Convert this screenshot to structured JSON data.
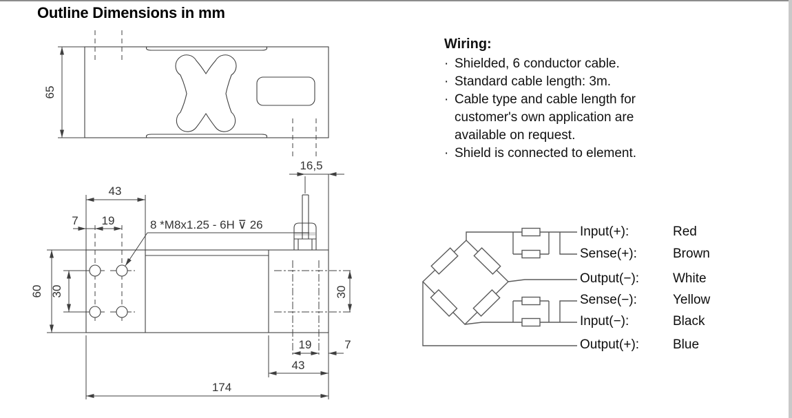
{
  "header": {
    "title": "Outline Dimensions in mm"
  },
  "wiring": {
    "heading": "Wiring:",
    "bullet_char": "·",
    "bullets": [
      "Shielded, 6 conductor cable.",
      "Standard cable length: 3m.",
      "Cable type and cable length for customer's own application are available on request.",
      "Shield is connected to element."
    ]
  },
  "wires": [
    {
      "name": "Input(+):",
      "color": "Red"
    },
    {
      "name": "Sense(+):",
      "color": "Brown"
    },
    {
      "name": "Output(−):",
      "color": "White"
    },
    {
      "name": "Sense(−):",
      "color": "Yellow"
    },
    {
      "name": "Input(−):",
      "color": "Black"
    },
    {
      "name": "Output(+):",
      "color": "Blue"
    }
  ],
  "dims": {
    "top_width": "65",
    "cable_offset": "16,5",
    "hole_edge_left": "7",
    "hole_pitch_left": "19",
    "block_left": "43",
    "body_width": "60",
    "hole_pitch_vert_left": "30",
    "hole_pitch_vert_right": "30",
    "hole_pitch_right": "19",
    "hole_edge_right": "7",
    "block_right": "43",
    "total_length": "174",
    "thread_note": "8 *M8x1.25 - 6H ⊽ 26"
  }
}
